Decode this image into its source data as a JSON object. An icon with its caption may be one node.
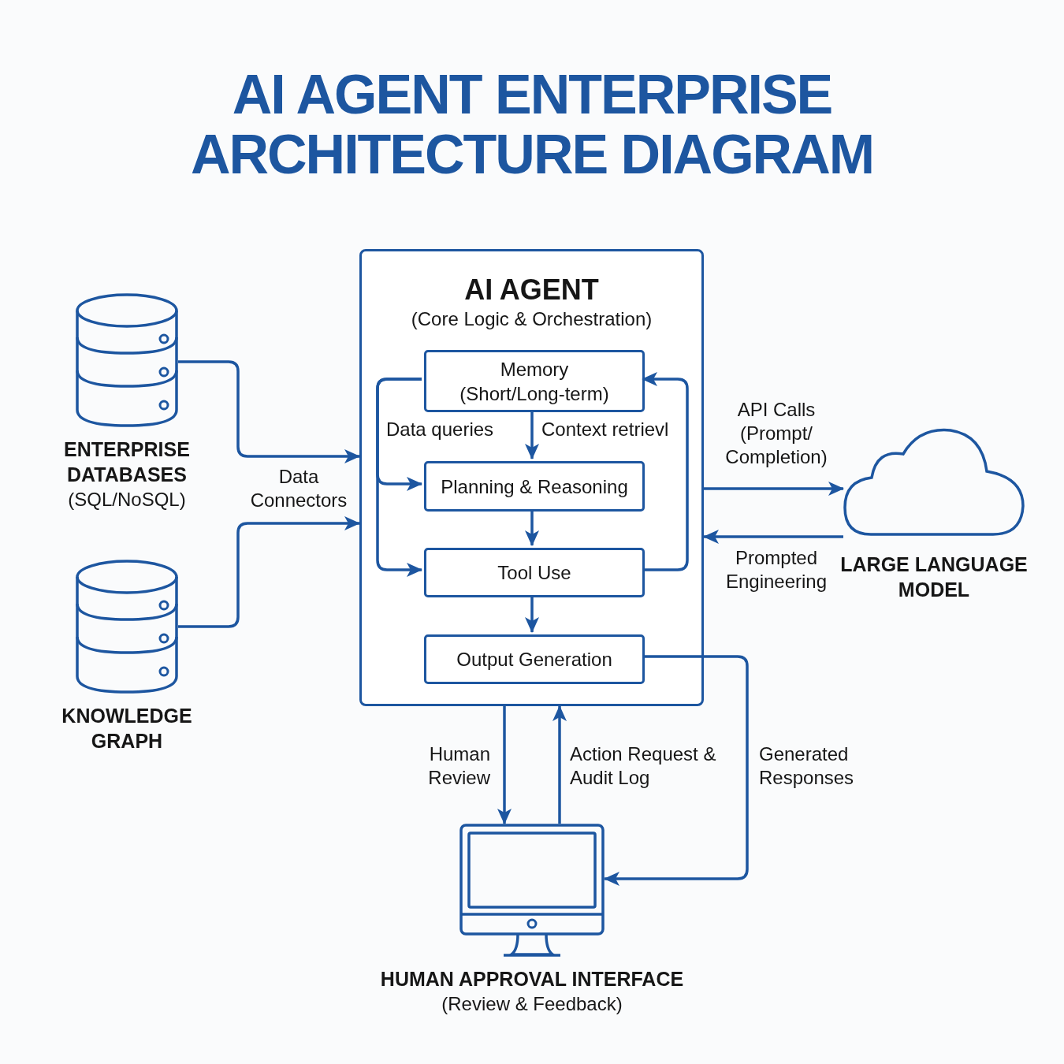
{
  "diagram": {
    "title": "AI AGENT ENTERPRISE ARCHITECTURE DIAGRAM",
    "nodes": [
      {
        "text": [
          "ENTERPRISE DATABASES",
          "(SQL/NoSQL)"
        ]
      },
      {
        "text": [
          "KNOWLEDGE GRAPH"
        ]
      },
      {
        "text": [
          "AI AGENT",
          "(Core Logic & Orchestration)"
        ]
      },
      {
        "text": [
          "Memory (Short/Long-term)"
        ],
        "in": 2
      },
      {
        "text": [
          "Planning & Reasoning"
        ],
        "in": 2
      },
      {
        "text": [
          "Tool Use"
        ],
        "in": 2
      },
      {
        "text": [
          "Output Generation"
        ],
        "in": 2
      },
      {
        "text": [
          "LARGE LANGUAGE MODEL"
        ]
      },
      {
        "text": [
          "HUMAN APPROVAL INTERFACE",
          "(Review & Feedback)"
        ]
      }
    ],
    "edges": [
      {
        "from": 0,
        "to": 2,
        "arrow": "to"
      },
      {
        "from": 1,
        "to": 2,
        "arrow": "to"
      },
      {
        "from": 3,
        "to": 4,
        "arrow": "to",
        "label": "Data queries"
      },
      {
        "from": 3,
        "to": 5,
        "arrow": "to"
      },
      {
        "from": 3,
        "to": 4,
        "arrow": "to",
        "label": "Context retrievl"
      },
      {
        "from": 4,
        "to": 5,
        "arrow": "to"
      },
      {
        "from": 5,
        "to": 3,
        "arrow": "to"
      },
      {
        "from": 5,
        "to": 6,
        "arrow": "to"
      },
      {
        "from": 2,
        "to": 7,
        "arrow": "to",
        "label": "API Calls (Prompt/ Completion)"
      },
      {
        "from": 7,
        "to": 2,
        "arrow": "to",
        "label": "Prompted Engineering"
      },
      {
        "from": 2,
        "to": 8,
        "arrow": "to",
        "label": "Human Review"
      },
      {
        "from": 8,
        "to": 2,
        "arrow": "to",
        "label": "Action Request & Audit Log"
      },
      {
        "from": 6,
        "to": 8,
        "arrow": "to",
        "label": "Generated Responses"
      }
    ],
    "labels": [
      "Data Connectors"
    ]
  }
}
